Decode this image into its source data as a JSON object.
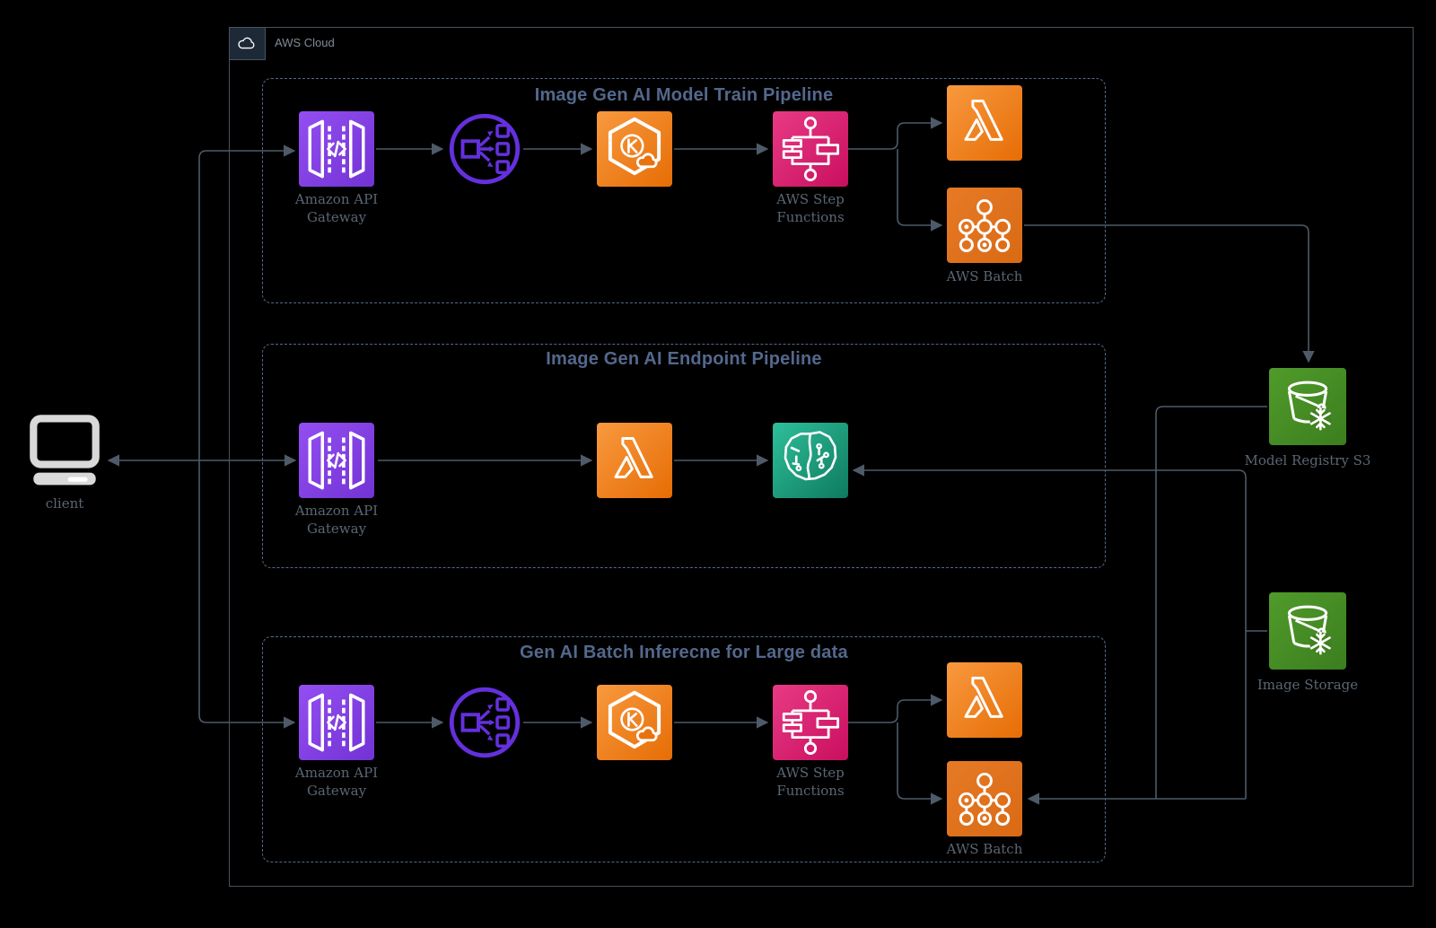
{
  "aws_cloud": {
    "label": "AWS Cloud"
  },
  "client": {
    "label": "client"
  },
  "pipelines": {
    "train": {
      "title": "Image Gen AI Model Train Pipeline",
      "nodes": {
        "api_gateway": "Amazon API Gateway",
        "step_functions": "AWS Step Functions",
        "batch": "AWS Batch"
      }
    },
    "endpoint": {
      "title": "Image Gen AI Endpoint Pipeline",
      "nodes": {
        "api_gateway": "Amazon API Gateway"
      }
    },
    "batch_inference": {
      "title": "Gen AI Batch Inferecne for Large data",
      "nodes": {
        "api_gateway": "Amazon API Gateway",
        "step_functions": "AWS Step Functions",
        "batch": "AWS Batch"
      }
    }
  },
  "storage": {
    "model_registry": "Model Registry S3",
    "image_storage": "Image Storage"
  },
  "colors": {
    "background": "#000000",
    "api_gateway_purple": "#8440e8",
    "load_balancer_purple": "#6430dd",
    "compute_orange": "#ed7100",
    "step_functions_pink": "#d91c6b",
    "sagemaker_teal": "#1fa38a",
    "storage_green": "#478c25",
    "line_gray": "#4e5a68",
    "title_slate": "#53688c"
  }
}
